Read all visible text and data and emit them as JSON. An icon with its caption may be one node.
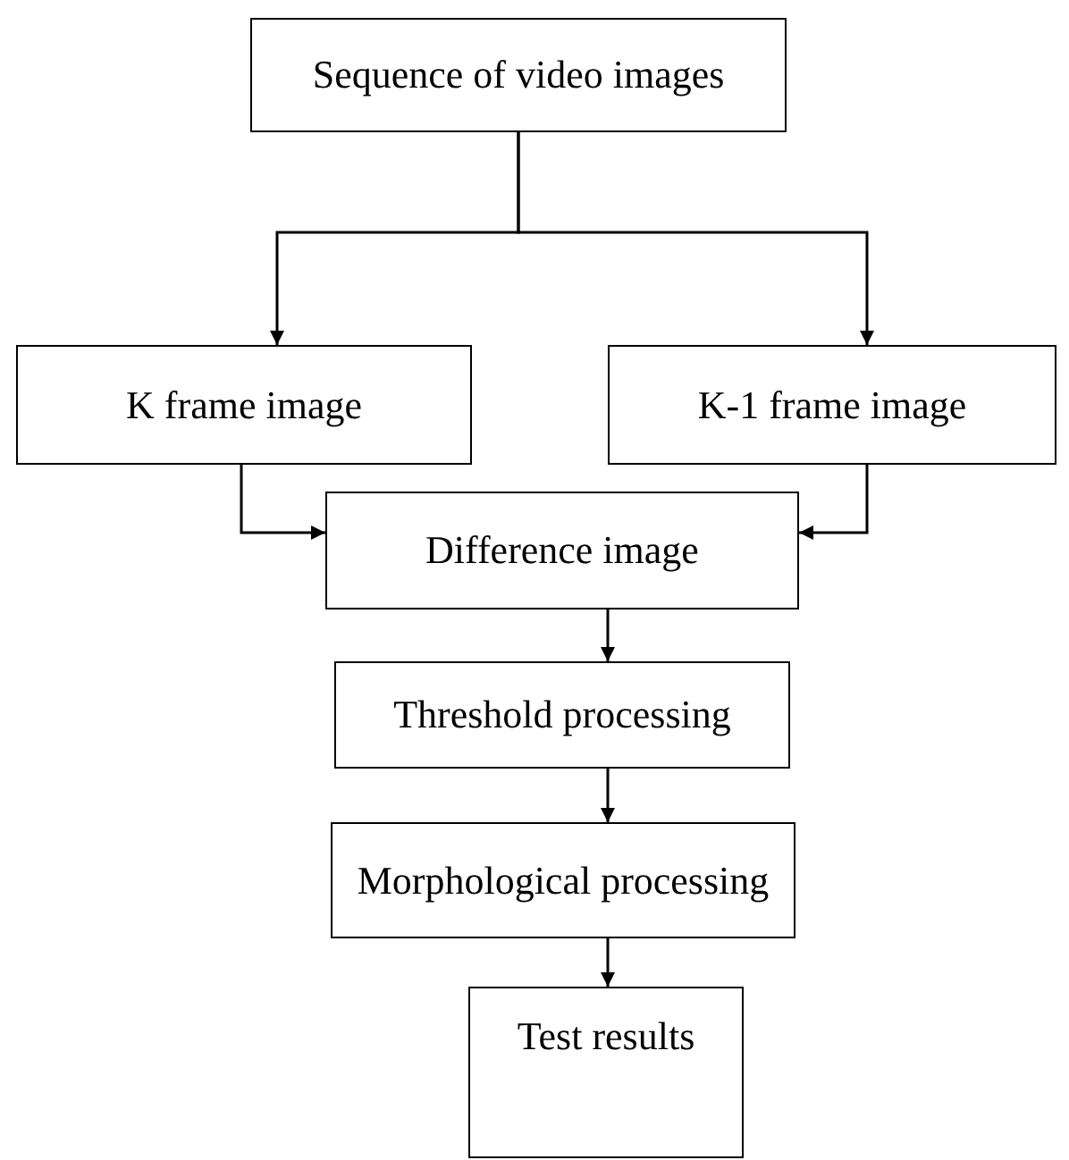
{
  "diagram": {
    "nodes": [
      {
        "text": [
          "Sequence of video images"
        ]
      },
      {
        "text": [
          "K frame image"
        ]
      },
      {
        "text": [
          "K-1 frame image"
        ]
      },
      {
        "text": [
          "Difference image"
        ]
      },
      {
        "text": [
          "Threshold processing"
        ]
      },
      {
        "text": [
          "Morphological processing"
        ]
      },
      {
        "text": [
          "Test results"
        ]
      }
    ],
    "edges": [
      {
        "from": 0,
        "to": 1,
        "arrow": "to"
      },
      {
        "from": 0,
        "to": 2,
        "arrow": "to"
      },
      {
        "from": 1,
        "to": 3,
        "arrow": "to"
      },
      {
        "from": 2,
        "to": 3,
        "arrow": "to"
      },
      {
        "from": 3,
        "to": 4,
        "arrow": "to"
      },
      {
        "from": 4,
        "to": 5,
        "arrow": "to"
      },
      {
        "from": 5,
        "to": 6,
        "arrow": "to"
      }
    ]
  }
}
